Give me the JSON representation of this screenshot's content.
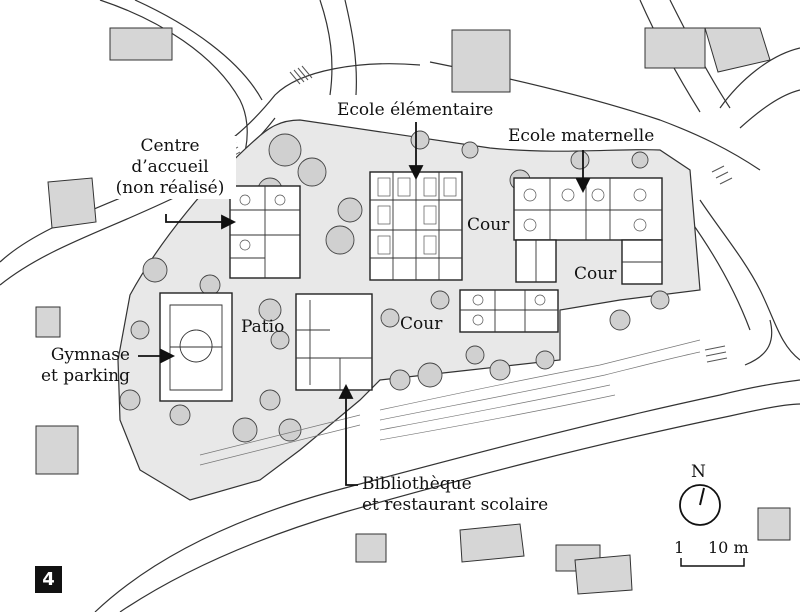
{
  "figure_number": "4",
  "labels": {
    "ecole_elementaire": "Ecole élémentaire",
    "ecole_maternelle": "Ecole maternelle",
    "centre_accueil_line1": "Centre",
    "centre_accueil_line2": "d’accueil",
    "centre_accueil_line3": "(non réalisé)",
    "cour_1": "Cour",
    "cour_2": "Cour",
    "cour_3": "Cour",
    "patio": "Patio",
    "gymnase_line1": "Gymnase",
    "gymnase_line2": "et parking",
    "bibliotheque_line1": "Bibliothèque",
    "bibliotheque_line2": "et restaurant scolaire"
  },
  "compass": {
    "label": "N"
  },
  "scale_bar": {
    "start_label": "1",
    "end_label": "10 m"
  },
  "colors": {
    "ink": "#222222",
    "site_fill": "#e8e8e8",
    "building_fill": "#d6d6d6",
    "tree_fill": "#d0d0d0",
    "room_fill": "#ffffff"
  }
}
